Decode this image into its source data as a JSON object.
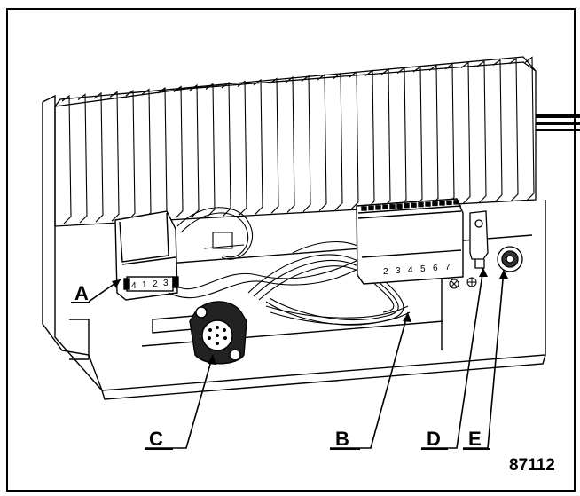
{
  "figure": {
    "number": "87112",
    "callouts": {
      "a": "A",
      "b": "B",
      "c": "C",
      "d": "D",
      "e": "E"
    },
    "connector_a_pins": [
      "4",
      "1",
      "2",
      "3"
    ],
    "connector_b_pins": [
      "2",
      "3",
      "4",
      "5",
      "6",
      "7"
    ]
  }
}
